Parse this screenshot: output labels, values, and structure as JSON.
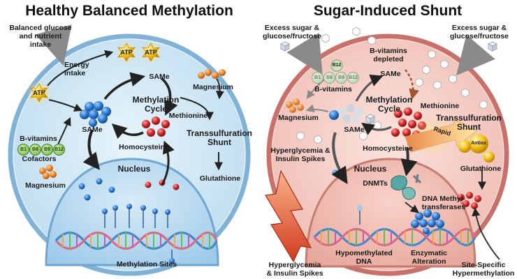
{
  "left_panel": {
    "title": "Healthy Balanced Methylation",
    "labels": {
      "balanced_intake": "Balanced glucose\nand nutrient\nintake",
      "energy_intake": "Energy\nintake",
      "atp": "ATP",
      "same_top": "SAMe",
      "same_bottom": "SAMe",
      "cycle": "Methylation\nCycle",
      "methionine": "Methionine",
      "magnesium_top": "Magnesium",
      "magnesium_bottom": "Magnesium",
      "transsulfuration": "Transsulfuration\nShunt",
      "glutathione": "Glutathione",
      "homocysteine": "Homocysteine",
      "b_vitamins": "B-vitamins",
      "cofactors": "Cofactors",
      "nucleus": "Nucleus",
      "methylation_sites": "Methylation Sites"
    },
    "vitamins": [
      "B1",
      "B6",
      "B9",
      "B12"
    ]
  },
  "right_panel": {
    "title": "Sugar-Induced Shunt",
    "labels": {
      "excess_sugar_left": "Excess sugar &\nglucose/fructose",
      "excess_sugar_right": "Excess sugar &\nglucose/fructose",
      "b12": "B12",
      "b_vitamins_depleted": "B-vitamins\ndepleted",
      "b_vitamins": "B-vitamins",
      "same_top": "SAMe",
      "same_bottom": "SAMe",
      "cycle": "Methylation\nCycle",
      "methionine": "Methionine",
      "magnesium": "Magnesium",
      "transsulfuration": "Transsulfuration\nShunt",
      "rapid": "Rapid",
      "antiox": "Antiox",
      "glutathione": "Glutathione",
      "hyperglycemia_mid": "Hyperglycemia &\nInsulin Spikes",
      "homocysteine": "Homocysteine",
      "nucleus": "Nucleus",
      "dnmts": "DNMTs",
      "dna_methyltransferases": "DNA Methyl-\ntransferases",
      "hypomethylated": "Hypomethylated\nDNA",
      "enzymatic_alteration": "Enzymatic\nAlteration",
      "hyperglycemia_bottom": "Hyperglycemia\n& Insulin Spikes",
      "site_specific": "Site-Specific\nHypermethylation"
    },
    "vitamins": [
      "B1",
      "B6",
      "B9",
      "B12"
    ]
  },
  "colors": {
    "healthy_cell": "#cfe5f3",
    "healthy_membrane": "#7fb2d6",
    "shunt_cell": "#f0c3bb",
    "shunt_membrane": "#c9706a",
    "blue_molecule": "#2f7fd6",
    "red_molecule": "#d62b2b",
    "magnesium": "#ef8a2b",
    "atp": "#f6c21c",
    "vitamin": "#8cc860"
  }
}
